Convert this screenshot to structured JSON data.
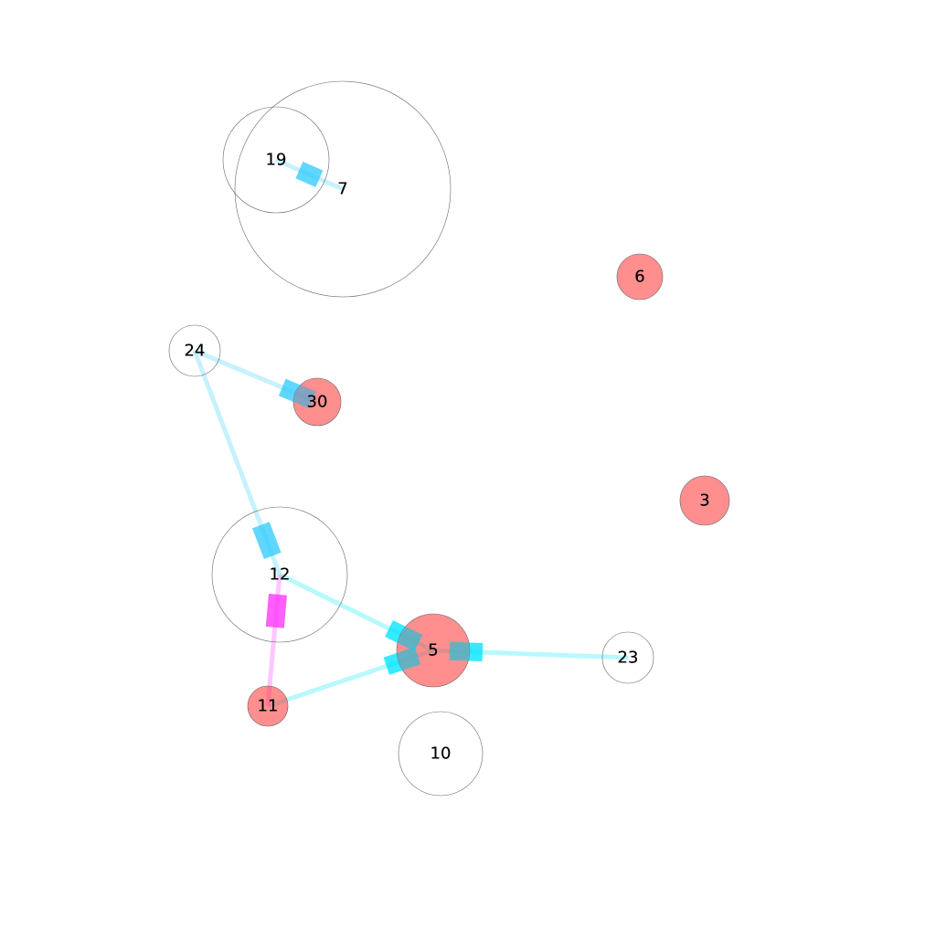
{
  "graph": {
    "colors": {
      "node_highlight": "#ff3333",
      "node_plain": "#ffffff",
      "edge_cyan": "#00e5ff",
      "edge_sky": "#33ccff",
      "edge_magenta": "#ff33ff"
    },
    "nodes": [
      {
        "id": "19",
        "label": "19",
        "highlight": false
      },
      {
        "id": "7",
        "label": "7",
        "highlight": false
      },
      {
        "id": "6",
        "label": "6",
        "highlight": true
      },
      {
        "id": "24",
        "label": "24",
        "highlight": false
      },
      {
        "id": "30",
        "label": "30",
        "highlight": true
      },
      {
        "id": "3",
        "label": "3",
        "highlight": true
      },
      {
        "id": "12",
        "label": "12",
        "highlight": false
      },
      {
        "id": "5",
        "label": "5",
        "highlight": true
      },
      {
        "id": "23",
        "label": "23",
        "highlight": false
      },
      {
        "id": "11",
        "label": "11",
        "highlight": true
      },
      {
        "id": "10",
        "label": "10",
        "highlight": false
      }
    ],
    "edges": [
      {
        "source": "19",
        "target": "7",
        "color": "edge_sky"
      },
      {
        "source": "24",
        "target": "30",
        "color": "edge_sky"
      },
      {
        "source": "24",
        "target": "12",
        "color": "edge_sky"
      },
      {
        "source": "12",
        "target": "5",
        "color": "edge_cyan"
      },
      {
        "source": "11",
        "target": "12",
        "color": "edge_magenta"
      },
      {
        "source": "11",
        "target": "5",
        "color": "edge_cyan"
      },
      {
        "source": "23",
        "target": "5",
        "color": "edge_cyan"
      }
    ]
  }
}
